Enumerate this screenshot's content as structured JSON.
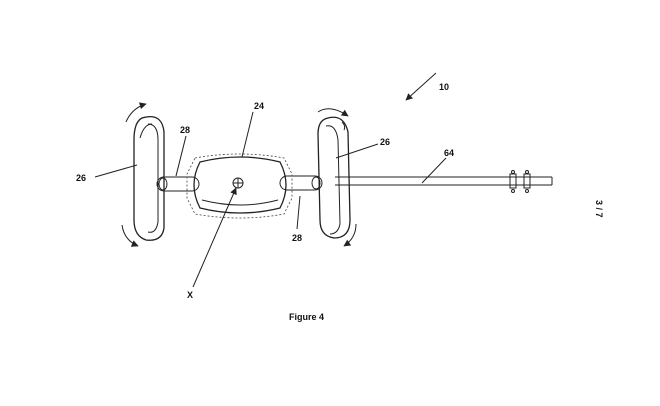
{
  "labels": {
    "device": "10",
    "body": "24",
    "paddle_left": "26",
    "paddle_right": "26",
    "axle_top": "28",
    "axle_bottom": "28",
    "shaft": "64",
    "axis": "X"
  },
  "caption": "Figure 4",
  "sheet": "3 / 7"
}
